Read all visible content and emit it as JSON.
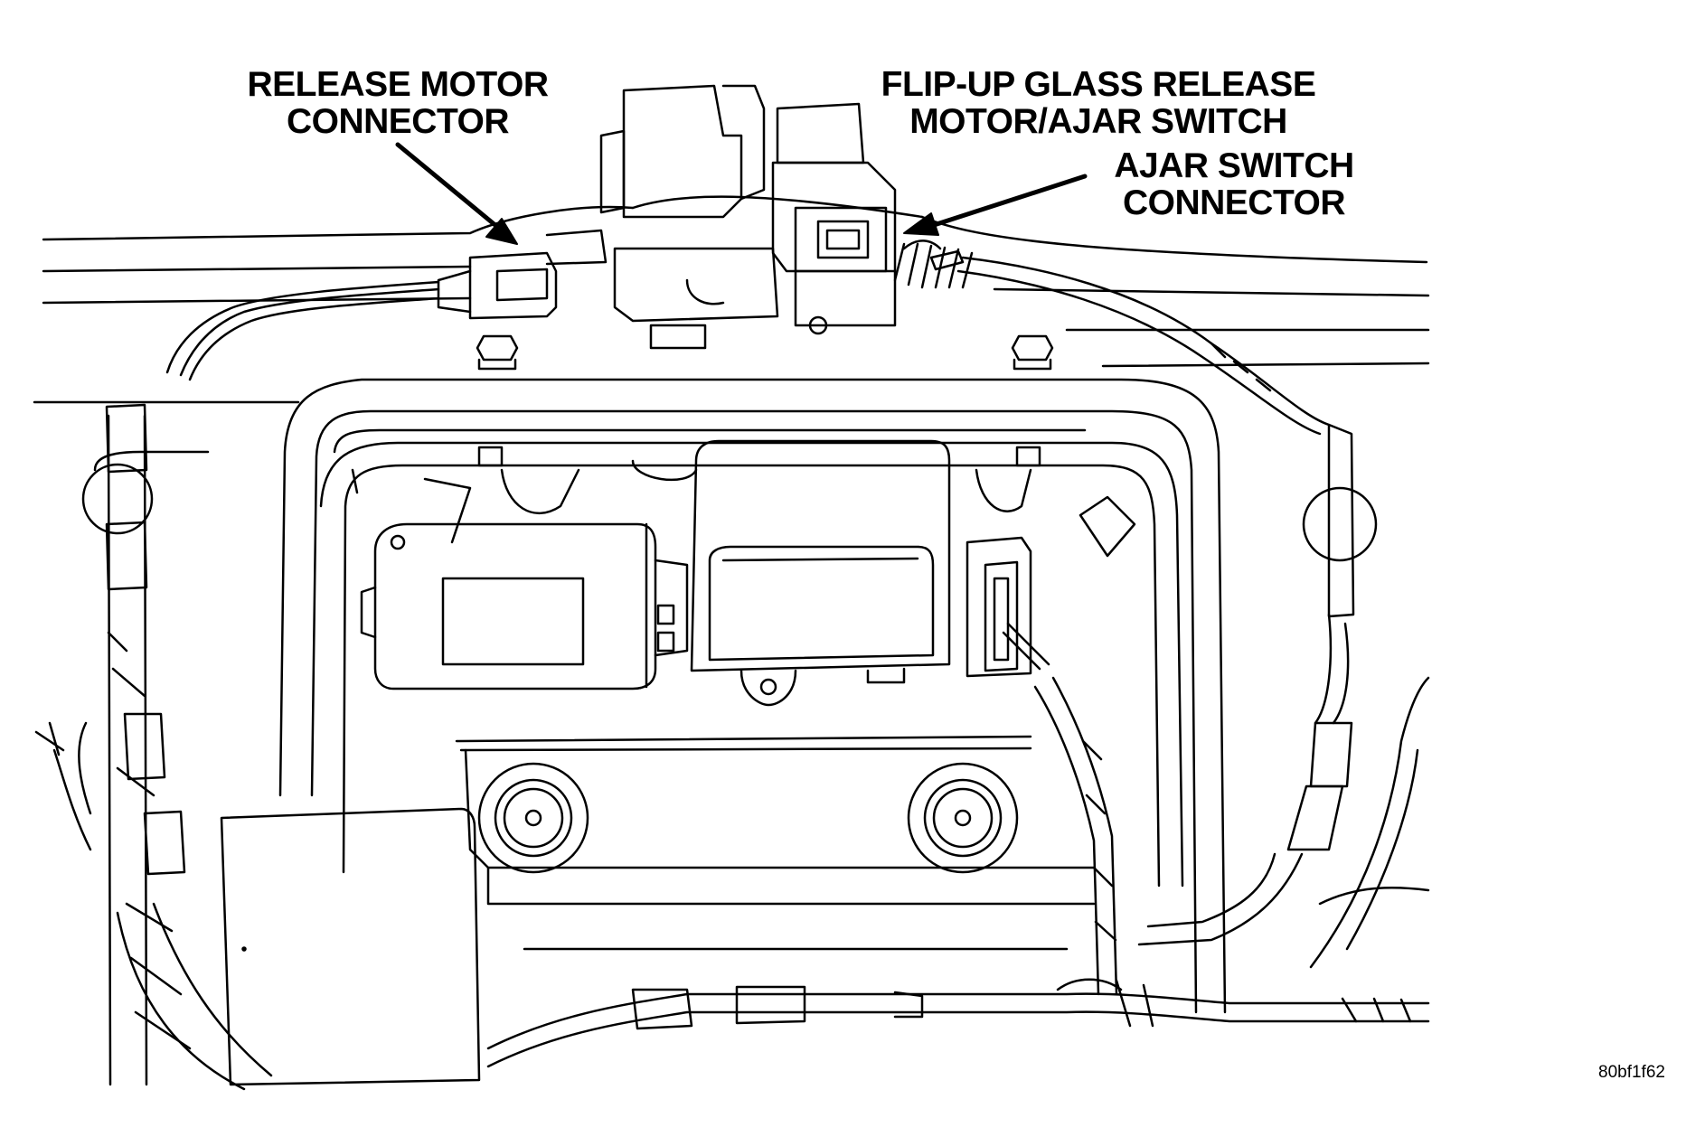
{
  "callouts": {
    "release_motor_connector": [
      "RELEASE MOTOR",
      "CONNECTOR"
    ],
    "flip_up_glass_release": [
      "FLIP-UP GLASS RELEASE",
      "MOTOR/AJAR SWITCH"
    ],
    "ajar_switch_connector": [
      "AJAR SWITCH",
      "CONNECTOR"
    ]
  },
  "figure_code": "80bf1f62",
  "colors": {
    "ink": "#000000",
    "paper": "#ffffff"
  }
}
